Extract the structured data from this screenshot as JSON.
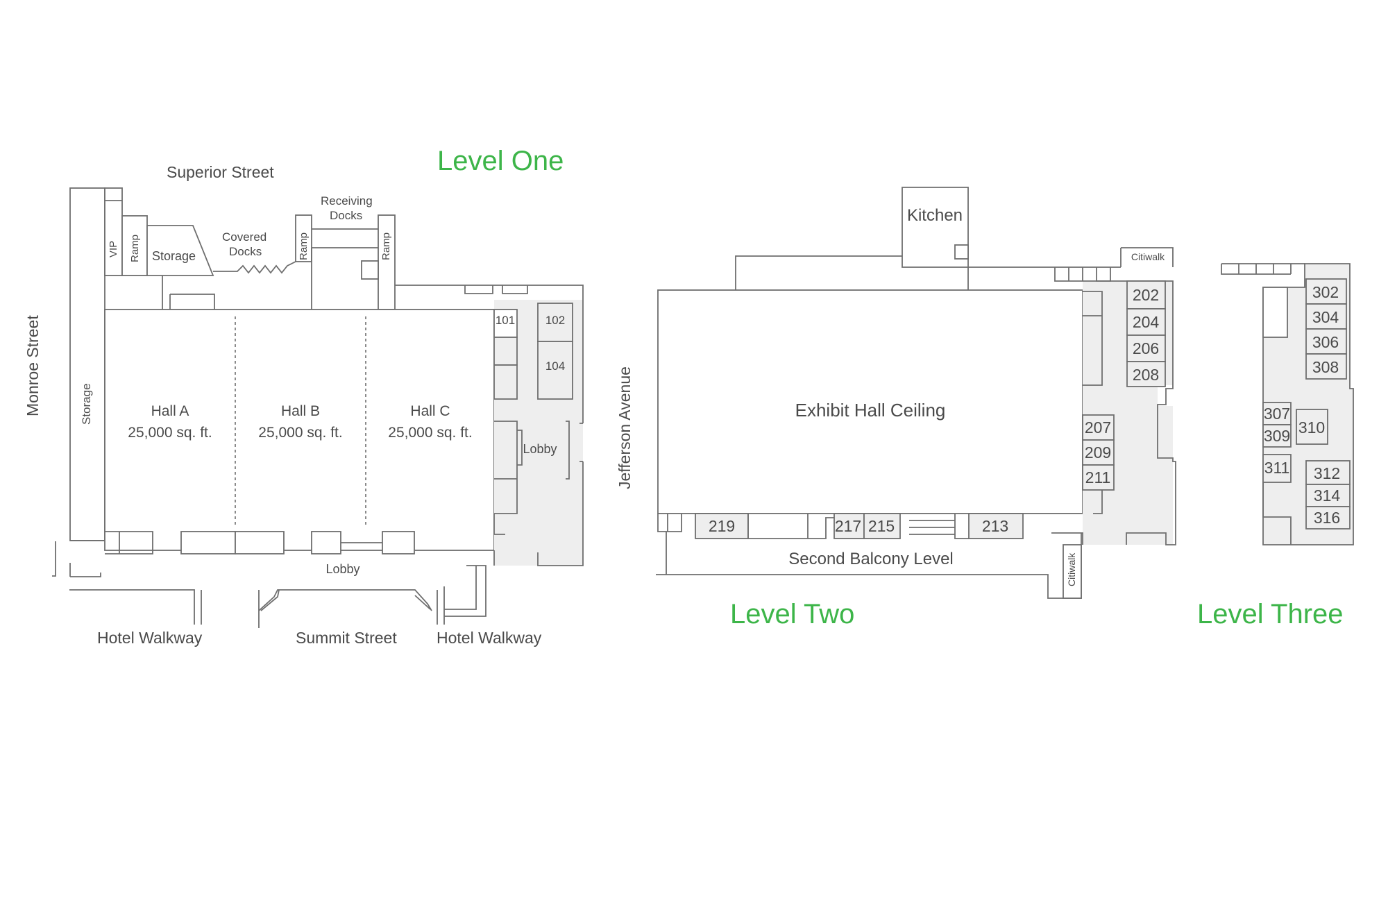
{
  "level_one": {
    "title": "Level One",
    "streets": {
      "top": "Superior Street",
      "left": "Monroe Street",
      "bottom_center": "Summit Street",
      "bottom_left": "Hotel Walkway",
      "bottom_right": "Hotel Walkway"
    },
    "service": {
      "vip": "VIP",
      "ramp": "Ramp",
      "storage": "Storage",
      "covered_docks": [
        "Covered",
        "Docks"
      ],
      "receiving_docks": [
        "Receiving",
        "Docks"
      ],
      "left_storage": "Storage"
    },
    "halls": [
      {
        "name": "Hall A",
        "area": "25,000 sq. ft."
      },
      {
        "name": "Hall B",
        "area": "25,000 sq. ft."
      },
      {
        "name": "Hall C",
        "area": "25,000 sq. ft."
      }
    ],
    "rooms": [
      "101",
      "102",
      "104"
    ],
    "lobby": "Lobby",
    "bottom_lobby": "Lobby"
  },
  "level_two": {
    "title": "Level Two",
    "street": "Jefferson Avenue",
    "kitchen": "Kitchen",
    "citiwalk": "Citiwalk",
    "exhibit_hall": "Exhibit Hall Ceiling",
    "balcony": "Second Balcony Level",
    "rooms_right_column": [
      "202",
      "204",
      "206",
      "208"
    ],
    "rooms_inner_column": [
      "207",
      "209",
      "211"
    ],
    "rooms_bottom": [
      "219",
      "217",
      "215",
      "213"
    ]
  },
  "level_three": {
    "title": "Level Three",
    "rooms_right_top": [
      "302",
      "304",
      "306",
      "308"
    ],
    "rooms_left": [
      "307",
      "309",
      "311"
    ],
    "room_center": "310",
    "rooms_right_bottom": [
      "312",
      "314",
      "316"
    ]
  },
  "colors": {
    "title_green": "#3db549",
    "line_gray": "#6e6e6e",
    "label_gray": "#4a4a4a",
    "fill_light": "#eeeeee"
  }
}
